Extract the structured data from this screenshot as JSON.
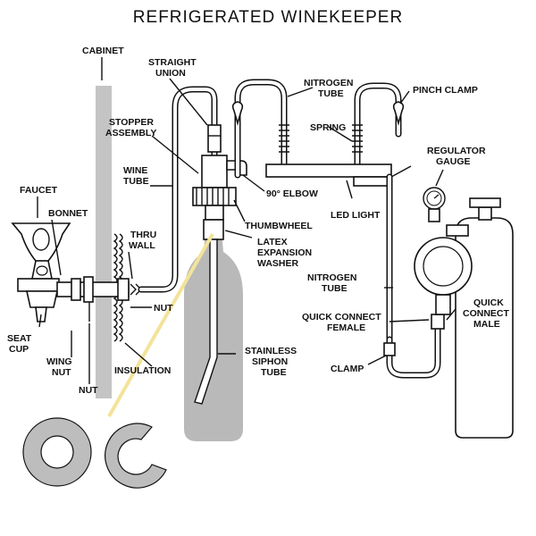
{
  "title": "REFRIGERATED WINEKEEPER",
  "labels": {
    "cabinet": "CABINET",
    "straight_union": [
      "STRAIGHT",
      "UNION"
    ],
    "nitrogen_tube_top": [
      "NITROGEN",
      "TUBE"
    ],
    "pinch_clamp": "PINCH CLAMP",
    "stopper_assembly": [
      "STOPPER",
      "ASSEMBLY"
    ],
    "spring": "SPRING",
    "regulator_gauge": [
      "REGULATOR",
      "GAUGE"
    ],
    "wine_tube": [
      "WINE",
      "TUBE"
    ],
    "faucet": "FAUCET",
    "bonnet": "BONNET",
    "elbow": "90° ELBOW",
    "thumbwheel": "THUMBWHEEL",
    "led_light": "LED LIGHT",
    "thru_wall": [
      "THRU",
      "WALL"
    ],
    "latex_expansion_washer": [
      "LATEX",
      "EXPANSION",
      "WASHER"
    ],
    "nitrogen_tube_mid": [
      "NITROGEN",
      "TUBE"
    ],
    "quick_connect_male": [
      "QUICK",
      "CONNECT",
      "MALE"
    ],
    "nut_right": "NUT",
    "quick_connect_female": [
      "QUICK CONNECT",
      "FEMALE"
    ],
    "seat_cup": [
      "SEAT",
      "CUP"
    ],
    "stainless_siphon_tube": [
      "STAINLESS",
      "SIPHON",
      "TUBE"
    ],
    "wing_nut": [
      "WING",
      "NUT"
    ],
    "insulation": "INSULATION",
    "clamp": "CLAMP",
    "nut_bottom": "NUT"
  },
  "colors": {
    "line": "#111111",
    "bottle": "#b9b9b9",
    "cabinet": "#c4c4c4",
    "siphon_highlight": "#f3e39a"
  }
}
